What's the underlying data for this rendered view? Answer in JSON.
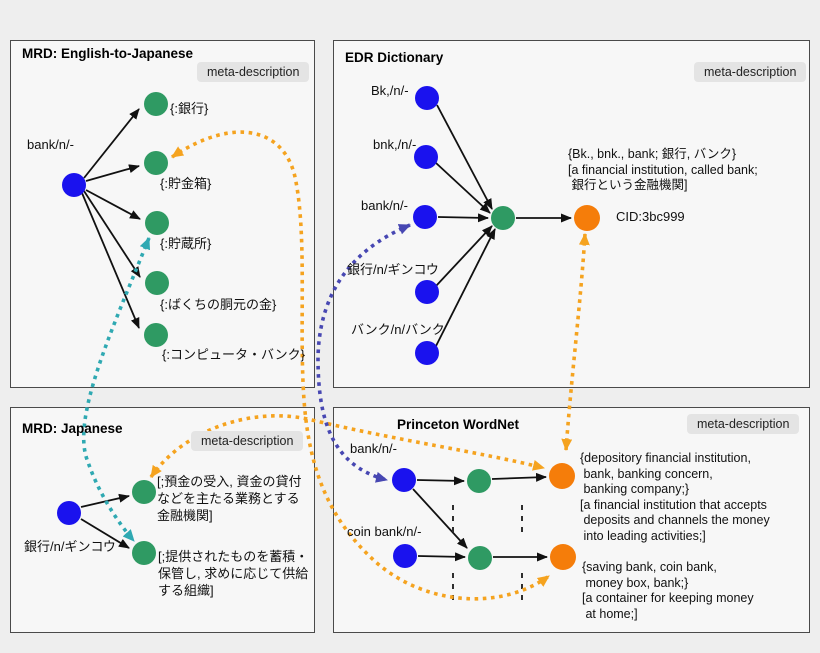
{
  "colors": {
    "node_blue": "#1a12ee",
    "node_green": "#2f9a63",
    "node_orange": "#f57d0a",
    "dot_orange": "#f5a31f",
    "dot_navy": "#4747b2",
    "dot_teal": "#2fa9b2",
    "arrow_black": "#111111"
  },
  "panels": {
    "mrd_e2j": {
      "title": "MRD: English-to-Japanese",
      "badge": "meta-description",
      "entry": "bank/n/-",
      "senses": [
        "{:銀行}",
        "{:貯金箱}",
        "{:貯蔵所}",
        "{:ばくちの胴元の金}",
        "{:コンピュータ・バンク}"
      ]
    },
    "edr": {
      "title": "EDR Dictionary",
      "badge": "meta-description",
      "entries": [
        "Bk,/n/-",
        "bnk,/n/-",
        "bank/n/-",
        "銀行/n/ギンコウ",
        "バンク/n/バンク"
      ],
      "meta_lines": [
        "{Bk., bnk., bank; 銀行, バンク}",
        "[a financial institution, called bank;",
        " 銀行という金融機関]"
      ],
      "cid": "CID:3bc999"
    },
    "mrd_ja": {
      "title": "MRD: Japanese",
      "badge": "meta-description",
      "entry": "銀行/n/ギンコウ",
      "sense1_lines": [
        "[;預金の受入, 資金の貸付",
        "などを主たる業務とする",
        "金融機関]"
      ],
      "sense2_lines": [
        "[;提供されたものを蓄積・",
        "保管し, 求めに応じて供給",
        "する組織]"
      ]
    },
    "pwn": {
      "title": "Princeton WordNet",
      "badge": "meta-description",
      "entries": [
        "bank/n/-",
        "coin bank/n/-"
      ],
      "synset1_lines": [
        "{depository financial institution,",
        " bank, banking concern,",
        " banking company;}",
        "[a financial institution that accepts",
        " deposits and channels the money",
        " into leading activities;]"
      ],
      "synset2_lines": [
        "{saving bank, coin bank,",
        " money box, bank;}",
        "[a container for keeping money",
        " at home;]"
      ]
    }
  }
}
